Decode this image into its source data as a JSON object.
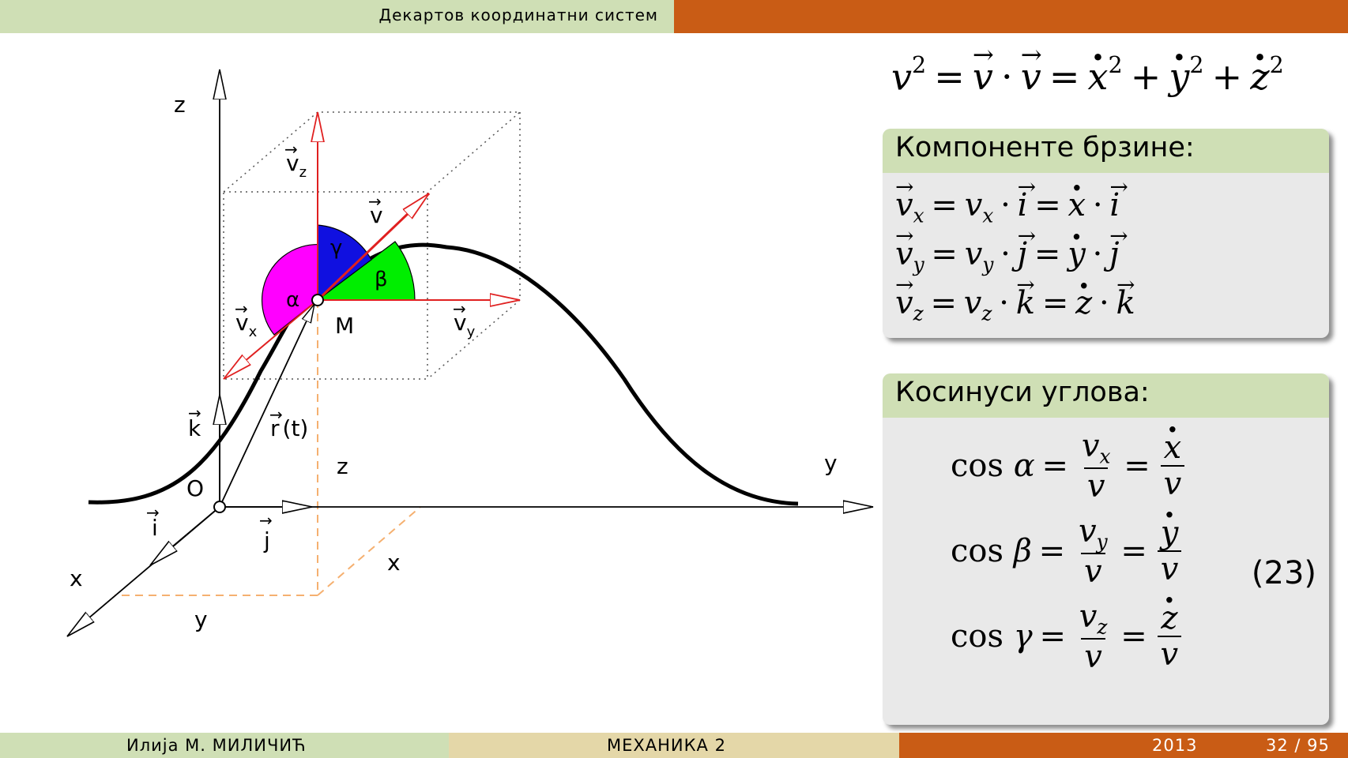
{
  "header": {
    "title": "Декартов координатни систем"
  },
  "footer": {
    "author": "Илија М. МИЛИЧИЋ",
    "course": "МЕХАНИКА 2",
    "year": "2013",
    "page": "32 / 95"
  },
  "diagram": {
    "labels": {
      "z_axis": "z",
      "y_axis": "y",
      "x_axis": "x",
      "origin": "O",
      "point": "M",
      "vz": "v",
      "vz_sub": "z",
      "v": "v",
      "vx": "v",
      "vx_sub": "x",
      "vy": "v",
      "vy_sub": "y",
      "alpha": "α",
      "beta": "β",
      "gamma": "γ",
      "k": "k",
      "r": "r",
      "r_arg": "(t)",
      "i": "i",
      "j": "j",
      "proj_z": "z",
      "proj_x": "x",
      "proj_y": "y"
    },
    "colors": {
      "arrow": "#e02020",
      "alpha": "#ff00ff",
      "beta": "#00ee00",
      "gamma": "#1010e0",
      "projection": "#f5b070",
      "curve": "#000000"
    }
  },
  "equation_top": {
    "lhs": "v",
    "exp": "2",
    "eq": "=",
    "v": "v",
    "cdot": "·",
    "x": "x",
    "y": "y",
    "z": "z",
    "plus": "+"
  },
  "block1": {
    "title": "Компоненте брзине:",
    "rows": [
      {
        "v": "v",
        "sub": "x",
        "s": "v",
        "ssub": "x",
        "coord": "x",
        "unit": "i"
      },
      {
        "v": "v",
        "sub": "y",
        "s": "v",
        "ssub": "y",
        "coord": "y",
        "unit": "j"
      },
      {
        "v": "v",
        "sub": "z",
        "s": "v",
        "ssub": "z",
        "coord": "z",
        "unit": "k"
      }
    ]
  },
  "block2": {
    "title": "Косинуси углова:",
    "rows": [
      {
        "fn": "cos",
        "angle": "α",
        "num": "v",
        "nsub": "x",
        "den": "v",
        "coord": "x"
      },
      {
        "fn": "cos",
        "angle": "β",
        "num": "v",
        "nsub": "y",
        "den": "v",
        "coord": "y"
      },
      {
        "fn": "cos",
        "angle": "γ",
        "num": "v",
        "nsub": "z",
        "den": "v",
        "coord": "z"
      }
    ],
    "equation_number": "(23)"
  }
}
